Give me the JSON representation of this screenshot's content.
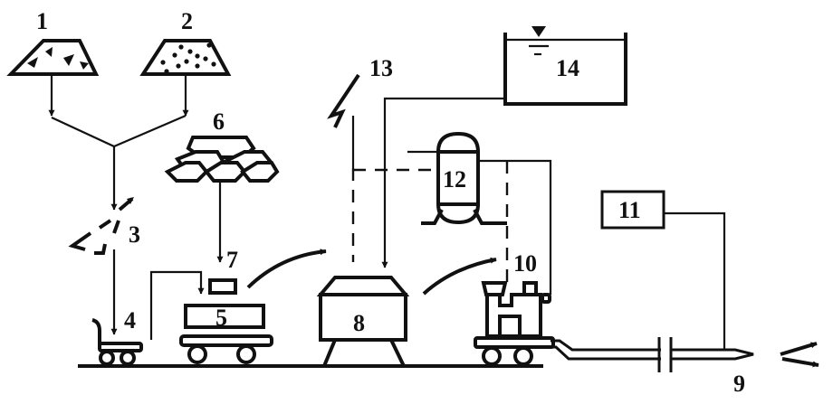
{
  "diagram": {
    "title": "",
    "components": [
      {
        "id": "1",
        "label": "1",
        "icon": "coarse-aggregate-pile"
      },
      {
        "id": "2",
        "label": "2",
        "icon": "sand-pile"
      },
      {
        "id": "3",
        "label": "3",
        "icon": "mixing-spray"
      },
      {
        "id": "4",
        "label": "4",
        "icon": "hand-cart"
      },
      {
        "id": "5",
        "label": "5",
        "icon": "cart-platform"
      },
      {
        "id": "6",
        "label": "6",
        "icon": "cement-bags"
      },
      {
        "id": "7",
        "label": "7",
        "icon": "additive-block"
      },
      {
        "id": "8",
        "label": "8",
        "icon": "hopper-machine"
      },
      {
        "id": "9",
        "label": "9",
        "icon": "nozzle"
      },
      {
        "id": "10",
        "label": "10",
        "icon": "spraying-machine"
      },
      {
        "id": "11",
        "label": "11",
        "icon": "control-box"
      },
      {
        "id": "12",
        "label": "12",
        "icon": "pressure-vessel"
      },
      {
        "id": "13",
        "label": "13",
        "icon": "power-supply"
      },
      {
        "id": "14",
        "label": "14",
        "icon": "water-tank"
      }
    ],
    "connections": [
      {
        "from": "1",
        "to": "3",
        "style": "solid-arrow"
      },
      {
        "from": "2",
        "to": "3",
        "style": "solid-arrow"
      },
      {
        "from": "3",
        "to": "4",
        "style": "solid-arrow"
      },
      {
        "from": "6",
        "to": "7",
        "style": "solid-arrow"
      },
      {
        "from": "4",
        "to": "5",
        "style": "solid-arrow"
      },
      {
        "from": "7",
        "to": "8",
        "style": "curved-arrow"
      },
      {
        "from": "14",
        "to": "8",
        "style": "solid-arrow"
      },
      {
        "from": "8",
        "to": "10",
        "style": "curved-arrow"
      },
      {
        "from": "13",
        "to": "12",
        "style": "dashed"
      },
      {
        "from": "12",
        "to": "10",
        "style": "dashed"
      },
      {
        "from": "12",
        "to": "10",
        "style": "solid"
      },
      {
        "from": "10",
        "to": "9",
        "style": "hose"
      },
      {
        "from": "11",
        "to": "9",
        "style": "solid"
      }
    ]
  }
}
